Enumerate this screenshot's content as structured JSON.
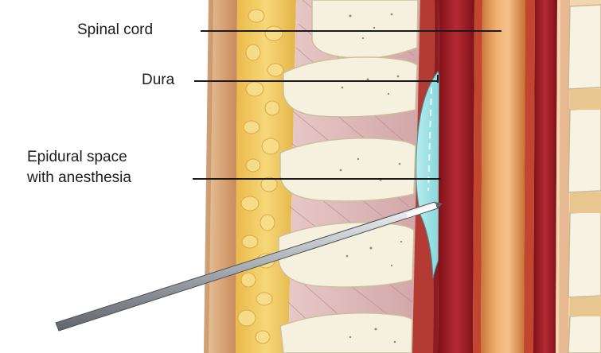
{
  "labels": {
    "spinal_cord": "Spinal cord",
    "dura": "Dura",
    "epidural_line1": "Epidural space",
    "epidural_line2": "with anesthesia"
  },
  "colors": {
    "background": "#ffffff",
    "skin_tan": "#d9a77a",
    "fat_yellow": "#f2cf6a",
    "muscle_pink": "#d9b3b5",
    "vertebra_cream": "#f6f1de",
    "epidural_blue": "#8fd8dc",
    "dura_red": "#a01e2a",
    "cord_orange": "#e39a52",
    "needle_gray": "#8a8f96",
    "text": "#1c1c1c"
  }
}
